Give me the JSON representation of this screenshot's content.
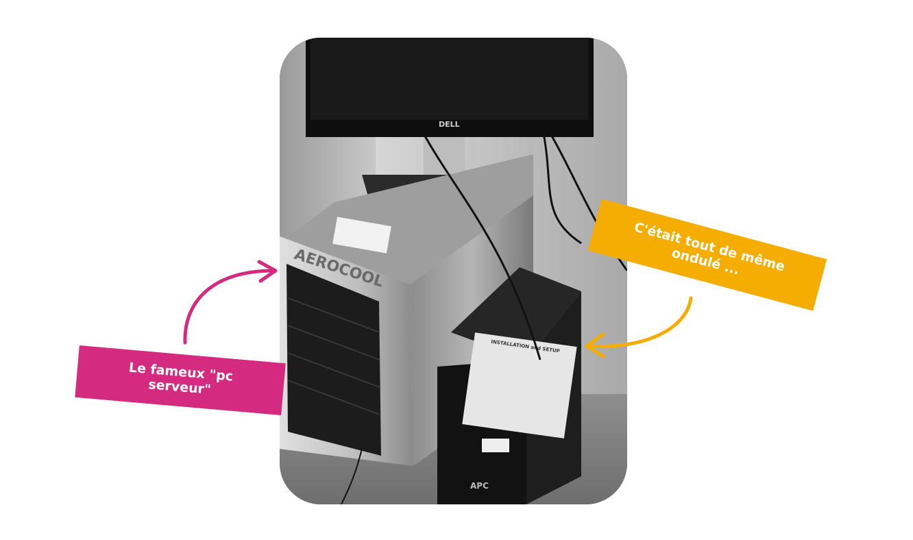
{
  "photo": {
    "monitor_brand": "DELL",
    "case_brand": "AEROCOOL",
    "ups_brand": "APC",
    "ups_sticker_title": "INSTALLATION and SETUP"
  },
  "annotations": {
    "pink_label": "Le fameux \"pc serveur\"",
    "yellow_label": "C'était tout de même ondulé ..."
  },
  "colors": {
    "pink": "#d42a80",
    "yellow": "#f4ad00"
  }
}
